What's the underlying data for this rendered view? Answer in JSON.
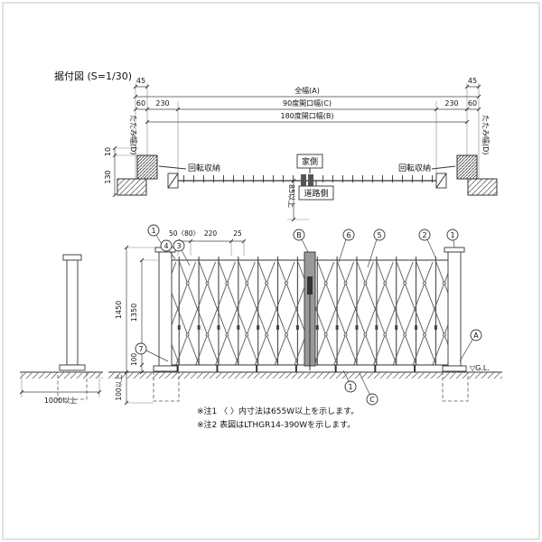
{
  "drawing_title": "据付図 (S=1/30)",
  "plan": {
    "dim_45": "45",
    "dim_total_width": "全幅(A)",
    "dim_60": "60",
    "dim_230": "230",
    "dim_open_90": "90度開口幅(C)",
    "dim_open_180": "180度開口幅(B)",
    "dim_fold_width": "たたみ幅(D)",
    "dim_10": "10",
    "dim_130": "130",
    "dim_85_min": "85以上",
    "label_rotate_storage": "回転収納",
    "label_house_side": "家側",
    "label_road_side": "道路側"
  },
  "elevation": {
    "dim_50_80": "50〈80〉",
    "dim_220": "220",
    "dim_25": "25",
    "dim_1450": "1450",
    "dim_1350": "1350",
    "dim_100": "100",
    "dim_100_min": "100以上",
    "dim_1000_min": "1000以上",
    "label_ground_level": "▽G.L.",
    "callouts": {
      "one": "1",
      "two": "2",
      "three": "3",
      "four": "4",
      "five": "5",
      "six": "6",
      "seven": "7",
      "a": "A",
      "b": "B",
      "c": "C"
    }
  },
  "notes": {
    "note1": "※注1 〈 〉内寸法は655W以上を示します。",
    "note2": "※注2 表図はLTHGR14-390Wを示します。"
  }
}
